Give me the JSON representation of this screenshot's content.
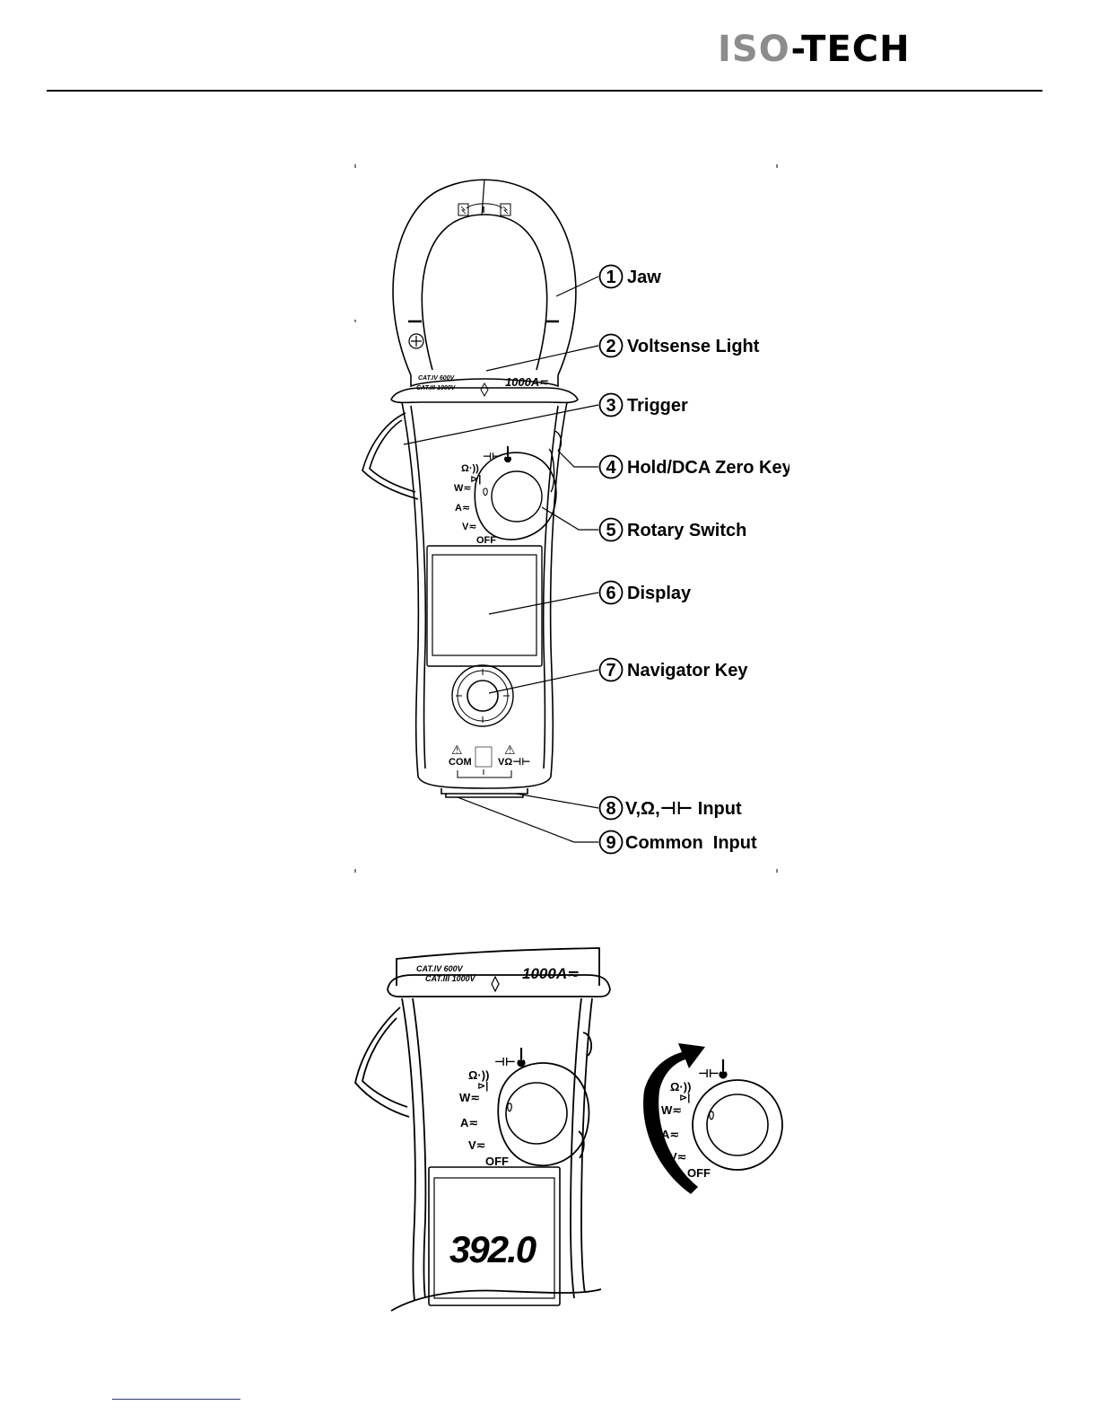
{
  "header": {
    "logo_part1": "ISO",
    "logo_part2": "-TECH",
    "logo_color_light": "#8c8c8c",
    "logo_color_dark": "#000000"
  },
  "figure1": {
    "callouts": [
      {
        "num": "1",
        "text": "Jaw"
      },
      {
        "num": "2",
        "text": "Voltsense Light"
      },
      {
        "num": "3",
        "text": "Trigger"
      },
      {
        "num": "4",
        "text": "Hold/DCA Zero Key"
      },
      {
        "num": "5",
        "text": "Rotary Switch"
      },
      {
        "num": "6",
        "text": "Display"
      },
      {
        "num": "7",
        "text": "Navigator Key"
      },
      {
        "num": "8",
        "text": "V,Ω,⊣⊢ Input"
      },
      {
        "num": "9",
        "text": "Common  Input"
      }
    ],
    "cat_ratings": [
      "CAT.IV 600V",
      "CAT.III 1000V"
    ],
    "current_rating": "1000A≂",
    "dial": {
      "cap": "⊣⊢",
      "temp": "🌡",
      "ohm": "Ω·))",
      "diode": "⊳|",
      "w": "W≂",
      "a": "A≂",
      "v": "V≂",
      "off": "OFF"
    },
    "terminals": {
      "com": "COM",
      "vohm": "VΩ⊣⊢",
      "warning": "⚠"
    }
  },
  "figure2": {
    "display_reading": "392.0"
  }
}
